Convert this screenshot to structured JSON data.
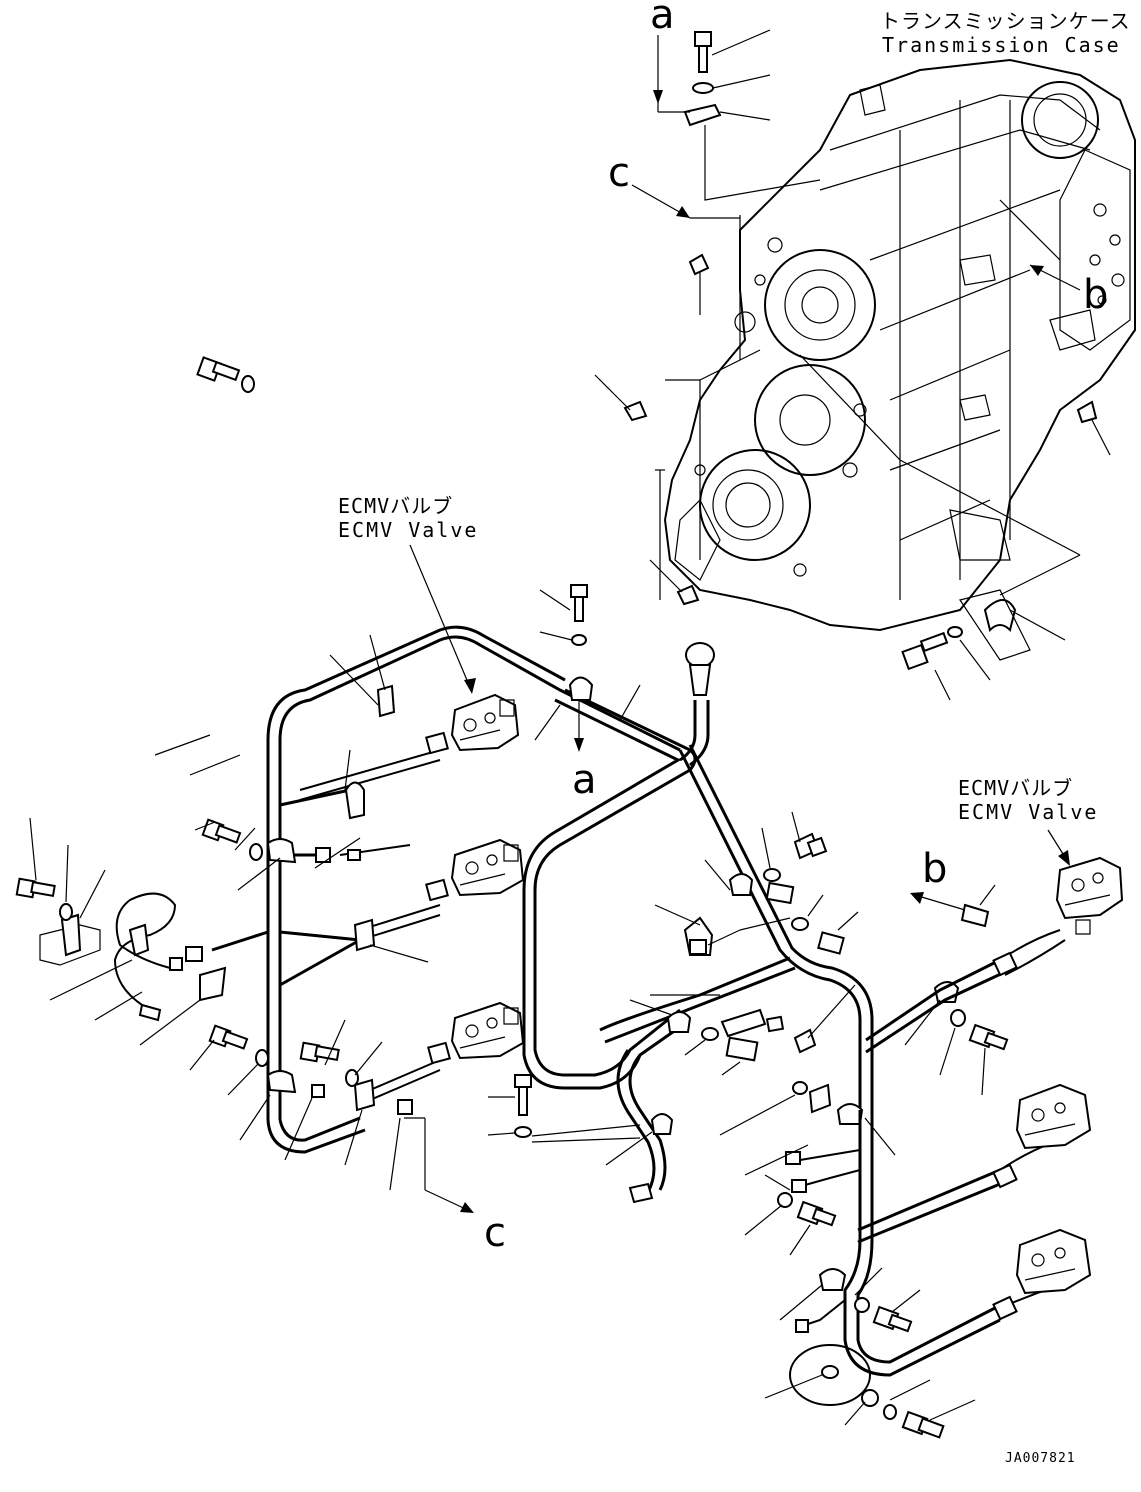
{
  "labels": {
    "transmission_case_jp": "トランスミッションケース",
    "transmission_case_en": "Transmission Case",
    "ecmv_valve_jp": "ECMVバルブ",
    "ecmv_valve_en": "ECMV Valve",
    "ecmv_valve2_jp": "ECMVバルブ",
    "ecmv_valve2_en": "ECMV Valve"
  },
  "refs": {
    "a_top": "a",
    "a_mid": "a",
    "b_right": "b",
    "b_mid": "b",
    "c_top": "c",
    "c_bottom": "c"
  },
  "drawing_code": "JA007821"
}
